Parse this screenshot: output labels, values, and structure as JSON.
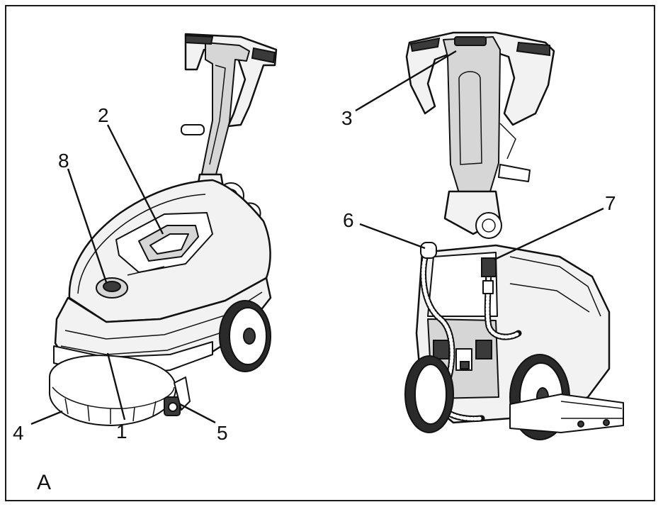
{
  "figure_label": "A",
  "callouts": {
    "c1": "1",
    "c2": "2",
    "c3": "3",
    "c4": "4",
    "c5": "5",
    "c6": "6",
    "c7": "7",
    "c8": "8"
  },
  "colors": {
    "line": "#111111",
    "fill": "#f2f2f2",
    "background": "#ffffff"
  }
}
